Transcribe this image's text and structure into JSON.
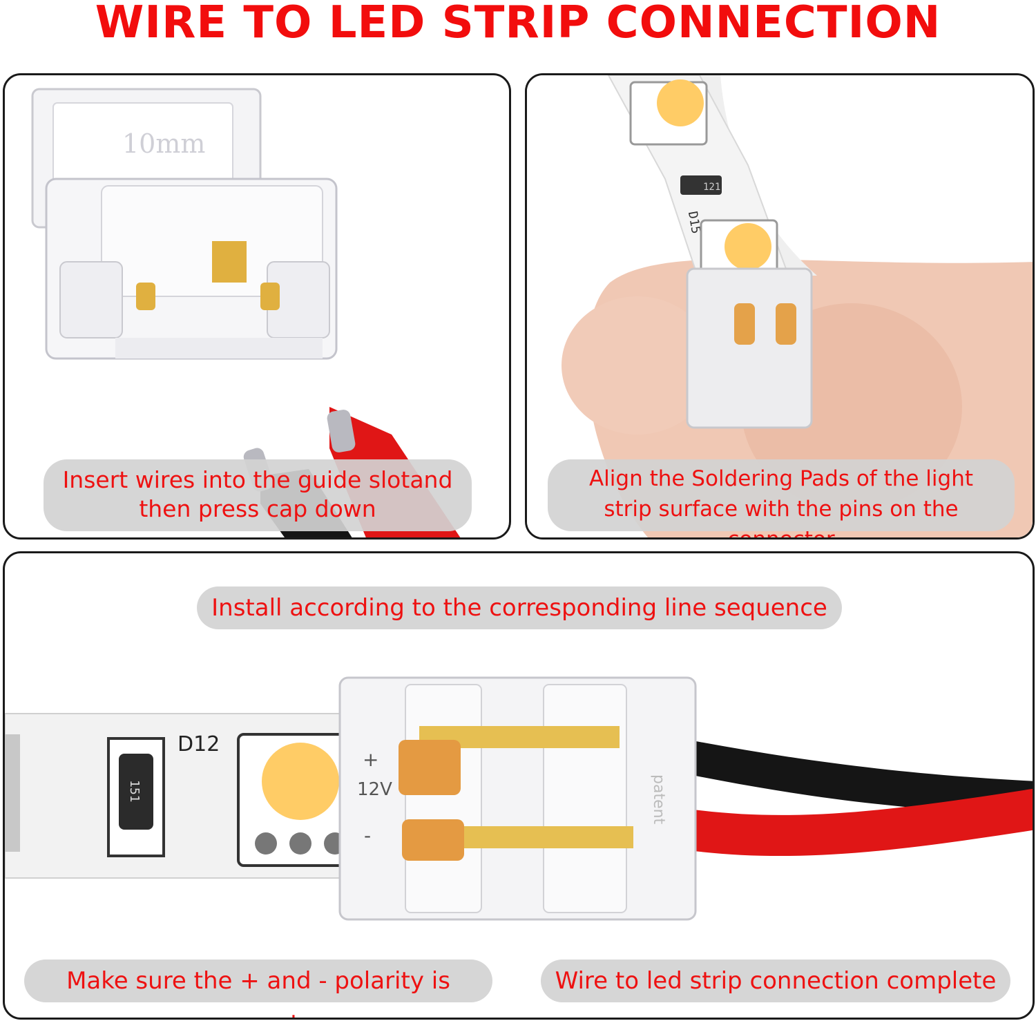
{
  "title": "WIRE TO LED STRIP CONNECTION",
  "panels": {
    "step1": {
      "caption_line1": "Insert wires into the guide slotand",
      "caption_line2": "then press cap down"
    },
    "step2": {
      "caption_line1": "Align the Soldering Pads of the light",
      "caption_line2": "strip surface with the pins on the connector"
    },
    "step3": {
      "caption_top": "Install according to the corresponding line sequence",
      "caption_bottom_left": "Make sure the + and - polarity is correct",
      "caption_bottom_right": "Wire to led strip connection complete"
    }
  },
  "labels": {
    "connector_width": "10mm",
    "led_id": "D12",
    "led_id_2": "D15",
    "resistor_code": "151",
    "resistor_code_2": "121",
    "voltage": "12V",
    "plus": "+",
    "minus": "-",
    "patent": "patent"
  },
  "colors": {
    "title": "#f20d0d",
    "caption_text": "#ee1111",
    "caption_bg": "#d2d2d2",
    "panel_border": "#1a1a1a",
    "wire_red": "#e01616",
    "wire_black": "#151515",
    "led_yellow": "#ffcc66",
    "contact_gold": "#e0b040"
  }
}
